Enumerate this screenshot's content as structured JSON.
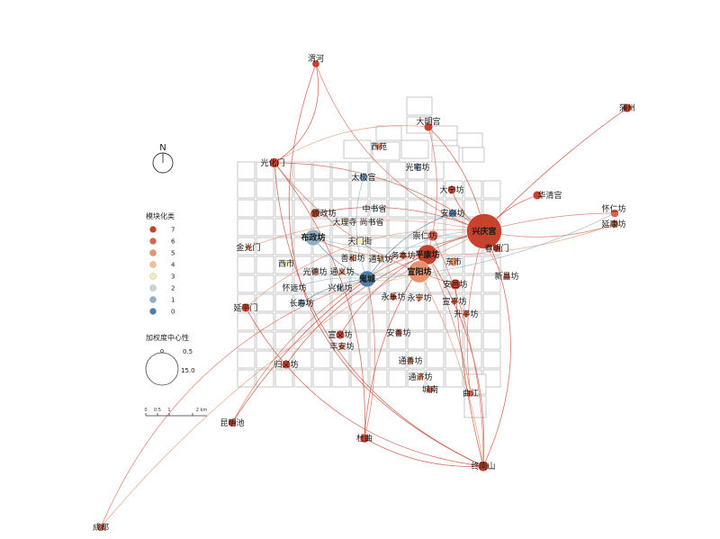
{
  "north_label": "N",
  "legend": {
    "module_title": "模块化类",
    "module_classes": [
      {
        "value": "7",
        "color": "#c8412c"
      },
      {
        "value": "6",
        "color": "#d8664c"
      },
      {
        "value": "5",
        "color": "#e7916d"
      },
      {
        "value": "4",
        "color": "#f1c392"
      },
      {
        "value": "3",
        "color": "#f3edb3"
      },
      {
        "value": "2",
        "color": "#c8d4d0"
      },
      {
        "value": "1",
        "color": "#8fb0c4"
      },
      {
        "value": "0",
        "color": "#4f7ea8"
      }
    ],
    "centrality_title": "加权度中心性",
    "centrality_small": "0.5",
    "centrality_large": "15.0",
    "scale_ticks": [
      "0",
      "0.5",
      "1",
      "2 km"
    ]
  },
  "nodes": [
    {
      "id": "weihe",
      "label": "渭河",
      "cls": 7,
      "size": 1.2
    },
    {
      "id": "damingong",
      "label": "大明宫",
      "cls": 7,
      "size": 1.5
    },
    {
      "id": "xiyuan",
      "label": "西苑",
      "cls": 5,
      "size": 0.8
    },
    {
      "id": "puzhou",
      "label": "蒲州",
      "cls": 7,
      "size": 1.5
    },
    {
      "id": "guanghuamen",
      "label": "光化门",
      "cls": 7,
      "size": 1.8
    },
    {
      "id": "guangzhaifang",
      "label": "光宅坊",
      "cls": 1,
      "size": 1.3
    },
    {
      "id": "taijigong",
      "label": "太极宫",
      "cls": 1,
      "size": 1.6
    },
    {
      "id": "danningfang",
      "label": "大宁坊",
      "cls": 7,
      "size": 1.4
    },
    {
      "id": "huaqinggong",
      "label": "华清宫",
      "cls": 7,
      "size": 1.5
    },
    {
      "id": "huairenfang",
      "label": "怀仁坊",
      "cls": 6,
      "size": 1.4
    },
    {
      "id": "huangjufang",
      "label": "延康坊",
      "cls": 6,
      "size": 1.3
    },
    {
      "id": "zhongshusheng",
      "label": "中书省",
      "cls": 2,
      "size": 1.0
    },
    {
      "id": "yuzhangfang",
      "label": "颁政坊",
      "cls": 7,
      "size": 1.6
    },
    {
      "id": "anxingfang",
      "label": "安兴坊",
      "cls": 0,
      "size": 1.4
    },
    {
      "id": "dalisi",
      "label": "大理寺",
      "cls": 3,
      "size": 1.0
    },
    {
      "id": "shangshusheng",
      "label": "尚书省",
      "cls": 2,
      "size": 1.0
    },
    {
      "id": "xingqinggong",
      "label": "兴庆宫",
      "cls": 7,
      "size": 8.5
    },
    {
      "id": "buzhengfang",
      "label": "布政坊",
      "cls": 1,
      "size": 3.5
    },
    {
      "id": "tianmenjie",
      "label": "天门街",
      "cls": 3,
      "size": 1.0
    },
    {
      "id": "chongrenfang",
      "label": "崇仁坊",
      "cls": 6,
      "size": 2.0
    },
    {
      "id": "chunmingmen",
      "label": "春明门",
      "cls": 7,
      "size": 1.2
    },
    {
      "id": "jinguangmen",
      "label": "金光门",
      "cls": 5,
      "size": 0.8
    },
    {
      "id": "xishi",
      "label": "西市",
      "cls": 3,
      "size": 1.0
    },
    {
      "id": "yihefang",
      "label": "善和坊",
      "cls": 5,
      "size": 1.0
    },
    {
      "id": "tongguifang",
      "label": "通轨坊",
      "cls": 4,
      "size": 1.0
    },
    {
      "id": "wuyifang",
      "label": "务本坊",
      "cls": 6,
      "size": 1.2
    },
    {
      "id": "pingkangfang",
      "label": "平康坊",
      "cls": 7,
      "size": 4.5
    },
    {
      "id": "dongshi",
      "label": "东市",
      "cls": 5,
      "size": 1.6
    },
    {
      "id": "guangdefang",
      "label": "光德坊",
      "cls": 5,
      "size": 1.0
    },
    {
      "id": "tongyifang",
      "label": "通义坊",
      "cls": 5,
      "size": 1.0
    },
    {
      "id": "guicheng",
      "label": "鬼城",
      "cls": 0,
      "size": 3.5
    },
    {
      "id": "xuanyangfang",
      "label": "宣阳坊",
      "cls": 5,
      "size": 5.0
    },
    {
      "id": "huaiyuanfang",
      "label": "怀远坊",
      "cls": 2,
      "size": 1.0
    },
    {
      "id": "xinghuafang",
      "label": "兴化坊",
      "cls": 1,
      "size": 1.0
    },
    {
      "id": "yongzhifang",
      "label": "永乐坊",
      "cls": 7,
      "size": 1.0
    },
    {
      "id": "yongningfang",
      "label": "永宁坊",
      "cls": 5,
      "size": 1.0
    },
    {
      "id": "anyifang",
      "label": "安邑坊",
      "cls": 7,
      "size": 2.0
    },
    {
      "id": "xinchangfang",
      "label": "新昌坊",
      "cls": 6,
      "size": 1.0
    },
    {
      "id": "changshoufang",
      "label": "长寿坊",
      "cls": 1,
      "size": 1.4
    },
    {
      "id": "xuanpingfang",
      "label": "宣平坊",
      "cls": 6,
      "size": 1.0
    },
    {
      "id": "yanpingmen",
      "label": "延平门",
      "cls": 7,
      "size": 1.5
    },
    {
      "id": "shengpingfang",
      "label": "升平坊",
      "cls": 6,
      "size": 1.0
    },
    {
      "id": "anshanfang",
      "label": "安善坊",
      "cls": 6,
      "size": 1.0
    },
    {
      "id": "xuanyifang",
      "label": "宣义坊",
      "cls": 7,
      "size": 1.5
    },
    {
      "id": "fenganfang",
      "label": "丰安坊",
      "cls": 5,
      "size": 1.0
    },
    {
      "id": "guiyifang",
      "label": "归义坊",
      "cls": 7,
      "size": 1.5
    },
    {
      "id": "tongshanfang",
      "label": "通善坊",
      "cls": 5,
      "size": 1.0
    },
    {
      "id": "tongjifang",
      "label": "通济坊",
      "cls": 5,
      "size": 1.0
    },
    {
      "id": "chengnan",
      "label": "城南",
      "cls": 6,
      "size": 1.0
    },
    {
      "id": "qujiang",
      "label": "曲江",
      "cls": 6,
      "size": 1.0
    },
    {
      "id": "kunmingchi",
      "label": "昆明池",
      "cls": 7,
      "size": 1.3
    },
    {
      "id": "duling",
      "label": "杜曲",
      "cls": 7,
      "size": 1.6
    },
    {
      "id": "zhongnanshan",
      "label": "终南山",
      "cls": 7,
      "size": 2.0
    },
    {
      "id": "chengdu",
      "label": "成都",
      "cls": 6,
      "size": 1.2
    }
  ]
}
